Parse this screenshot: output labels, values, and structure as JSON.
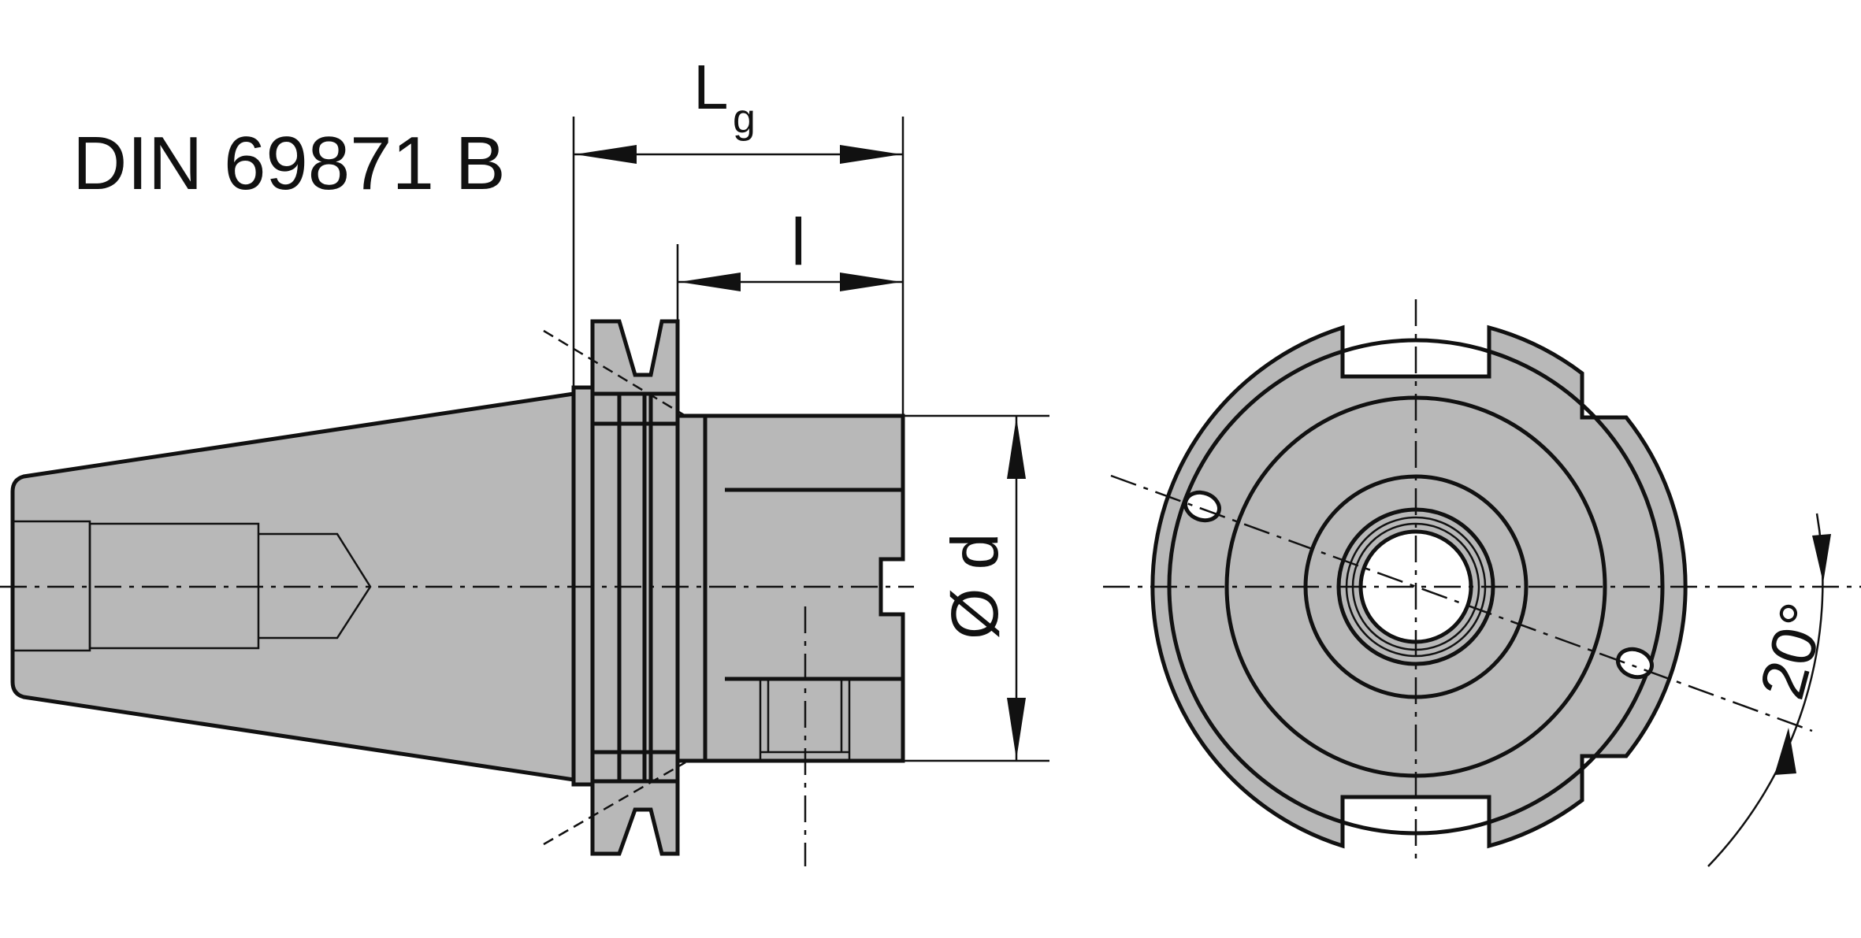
{
  "colors": {
    "body_fill": "#b8b8b8",
    "bore_fill": "#ffffff",
    "line": "#111111",
    "background": "#ffffff"
  },
  "title": "DIN 69871 B",
  "dimensions": {
    "overall_length_main": "L",
    "overall_length_sub": "g",
    "flange_length": "l",
    "diameter": "Ø d",
    "angle": "20°"
  }
}
